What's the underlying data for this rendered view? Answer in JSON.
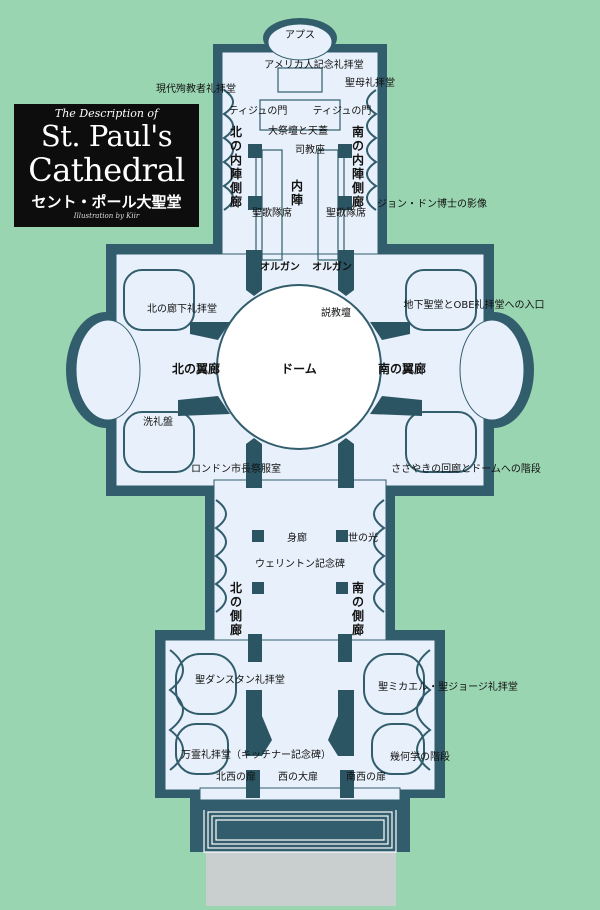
{
  "title": {
    "description_line": "The Description of",
    "name_line1": "St. Paul's",
    "name_line2": "Cathedral",
    "japanese": "セント・ポール大聖堂",
    "credit": "Illustration by Kiir"
  },
  "labels": {
    "apse": "アプス",
    "american_chapel": "アメリカ人記念礼拝堂",
    "lady_chapel": "聖母礼拝堂",
    "modern_martyrs_chapel": "現代殉教者礼拝堂",
    "tijou_gate_left": "ティジュの門",
    "tijou_gate_right": "ティジュの門",
    "high_altar": "大祭壇と天蓋",
    "presbytery": "司教座",
    "inner_choir": "内陣",
    "choir_stalls_left": "聖歌隊席",
    "choir_stalls_right": "聖歌隊席",
    "john_donne": "ジョン・ドン博士の影像",
    "organ_left": "オルガン",
    "organ_right": "オルガン",
    "pulpit": "説教壇",
    "north_aisle_chapel": "北の廊下礼拝堂",
    "crypt_entrance": "地下聖堂とOBE礼拝堂への入口",
    "north_transept": "北の翼廊",
    "dome": "ドーム",
    "south_transept": "南の翼廊",
    "font": "洗礼盤",
    "lord_mayor_vestry": "ロンドン市長祭服室",
    "whispering_gallery": "ささやきの回廊とドームへの階段",
    "nave": "身廊",
    "light_of_world": "世の光",
    "wellington": "ウェリントン記念碑",
    "st_dunstan": "聖ダンスタン礼拝堂",
    "st_michael_george": "聖ミカエル・聖ジョージ礼拝堂",
    "all_souls": "万霊礼拝堂（キッチナー記念碑）",
    "geometric_stair": "幾何学の階段",
    "nw_door": "北西の扉",
    "great_west_door": "西の大扉",
    "sw_door": "南西の扉",
    "north_quire_aisle": [
      "北",
      "の",
      "内",
      "陣",
      "側",
      "廊"
    ],
    "south_quire_aisle": [
      "南",
      "の",
      "内",
      "陣",
      "側",
      "廊"
    ],
    "north_aisle": [
      "北",
      "の",
      "側",
      "廊"
    ],
    "south_aisle": [
      "南",
      "の",
      "側",
      "廊"
    ]
  },
  "colors": {
    "background": "#9ad5b1",
    "wall": "#325d6c",
    "floor": "#e8f1fb",
    "pillar": "#2b5563",
    "dome": "#ffffff",
    "path": "#c9cfcf"
  }
}
